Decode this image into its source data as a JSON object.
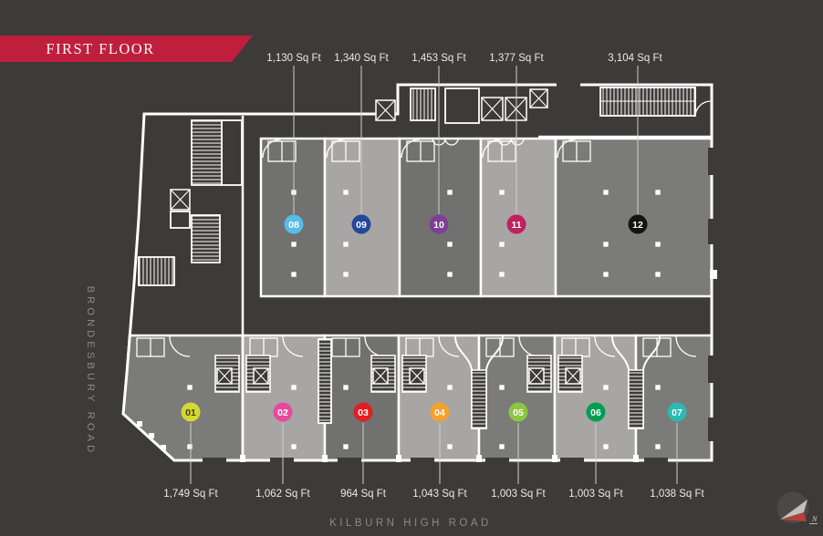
{
  "header": {
    "title": "FIRST FLOOR"
  },
  "streets": {
    "left": "BRONDESBURY ROAD",
    "bottom": "KILBURN HIGH ROAD"
  },
  "compass": {
    "label": "N"
  },
  "theme": {
    "background": "#3c3b39",
    "banner": "#bf1f3d",
    "wall": "#ffffff",
    "leader": "#cfcfcd",
    "label_text": "#eceae8",
    "street_text": "#8b8a88",
    "unit_dark": "#717170",
    "unit_mid": "#7b7b79",
    "unit_light": "#a7a6a4"
  },
  "units": [
    {
      "id": "01",
      "label": "01",
      "sqft": "1,749 Sq Ft",
      "badge_color": "#d4d832",
      "badge_text_color": "#3f3f15",
      "row": "bottom",
      "shade": "mid"
    },
    {
      "id": "02",
      "label": "02",
      "sqft": "1,062 Sq Ft",
      "badge_color": "#e8499c",
      "badge_text_color": "#ffffff",
      "row": "bottom",
      "shade": "light"
    },
    {
      "id": "03",
      "label": "03",
      "sqft": "964 Sq Ft",
      "badge_color": "#e01f24",
      "badge_text_color": "#ffffff",
      "row": "bottom",
      "shade": "dark"
    },
    {
      "id": "04",
      "label": "04",
      "sqft": "1,043 Sq Ft",
      "badge_color": "#f4a12d",
      "badge_text_color": "#ffffff",
      "row": "bottom",
      "shade": "light"
    },
    {
      "id": "05",
      "label": "05",
      "sqft": "1,003 Sq Ft",
      "badge_color": "#8dc63f",
      "badge_text_color": "#ffffff",
      "row": "bottom",
      "shade": "mid"
    },
    {
      "id": "06",
      "label": "06",
      "sqft": "1,003 Sq Ft",
      "badge_color": "#009e53",
      "badge_text_color": "#ffffff",
      "row": "bottom",
      "shade": "light"
    },
    {
      "id": "07",
      "label": "07",
      "sqft": "1,038 Sq Ft",
      "badge_color": "#2fb8b2",
      "badge_text_color": "#ffffff",
      "row": "bottom",
      "shade": "mid"
    },
    {
      "id": "08",
      "label": "08",
      "sqft": "1,130 Sq Ft",
      "badge_color": "#55bde8",
      "badge_text_color": "#ffffff",
      "row": "top",
      "shade": "dark"
    },
    {
      "id": "09",
      "label": "09",
      "sqft": "1,340 Sq Ft",
      "badge_color": "#25479c",
      "badge_text_color": "#ffffff",
      "row": "top",
      "shade": "light"
    },
    {
      "id": "10",
      "label": "10",
      "sqft": "1,453 Sq Ft",
      "badge_color": "#7e3f97",
      "badge_text_color": "#ffffff",
      "row": "top",
      "shade": "dark"
    },
    {
      "id": "11",
      "label": "11",
      "sqft": "1,377 Sq Ft",
      "badge_color": "#c12063",
      "badge_text_color": "#ffffff",
      "row": "top",
      "shade": "light"
    },
    {
      "id": "12",
      "label": "12",
      "sqft": "3,104 Sq Ft",
      "badge_color": "#141414",
      "badge_text_color": "#ffffff",
      "row": "top",
      "shade": "mid"
    }
  ]
}
